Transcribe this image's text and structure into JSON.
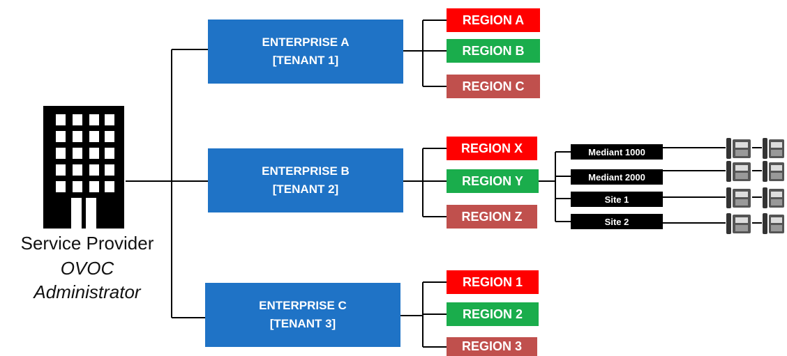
{
  "provider": {
    "line1": "Service Provider",
    "line2": "OVOC",
    "line3": "Administrator",
    "icon": "building-icon"
  },
  "colors": {
    "enterprise": "#1f73c6",
    "region_red": "#ff0000",
    "region_green": "#1aad4c",
    "region_brown": "#c0504d",
    "device": "#000000",
    "connector": "#000000"
  },
  "enterprises": [
    {
      "name": "ENTERPRISE A",
      "tenant": "[TENANT 1]",
      "regions": [
        {
          "label": "REGION A",
          "color": "red"
        },
        {
          "label": "REGION B",
          "color": "green"
        },
        {
          "label": "REGION C",
          "color": "brown"
        }
      ]
    },
    {
      "name": "ENTERPRISE B",
      "tenant": "[TENANT 2]",
      "regions": [
        {
          "label": "REGION X",
          "color": "red"
        },
        {
          "label": "REGION Y",
          "color": "green"
        },
        {
          "label": "REGION Z",
          "color": "brown"
        }
      ]
    },
    {
      "name": "ENTERPRISE C",
      "tenant": "[TENANT 3]",
      "regions": [
        {
          "label": "REGION 1",
          "color": "red"
        },
        {
          "label": "REGION 2",
          "color": "green"
        },
        {
          "label": "REGION 3",
          "color": "brown"
        }
      ]
    }
  ],
  "devices": [
    {
      "label": "Mediant 1000",
      "icon": "desk-phone-icon"
    },
    {
      "label": "Mediant 2000",
      "icon": "desk-phone-icon"
    },
    {
      "label": "Site 1",
      "icon": "desk-phone-icon"
    },
    {
      "label": "Site 2",
      "icon": "desk-phone-icon"
    }
  ]
}
